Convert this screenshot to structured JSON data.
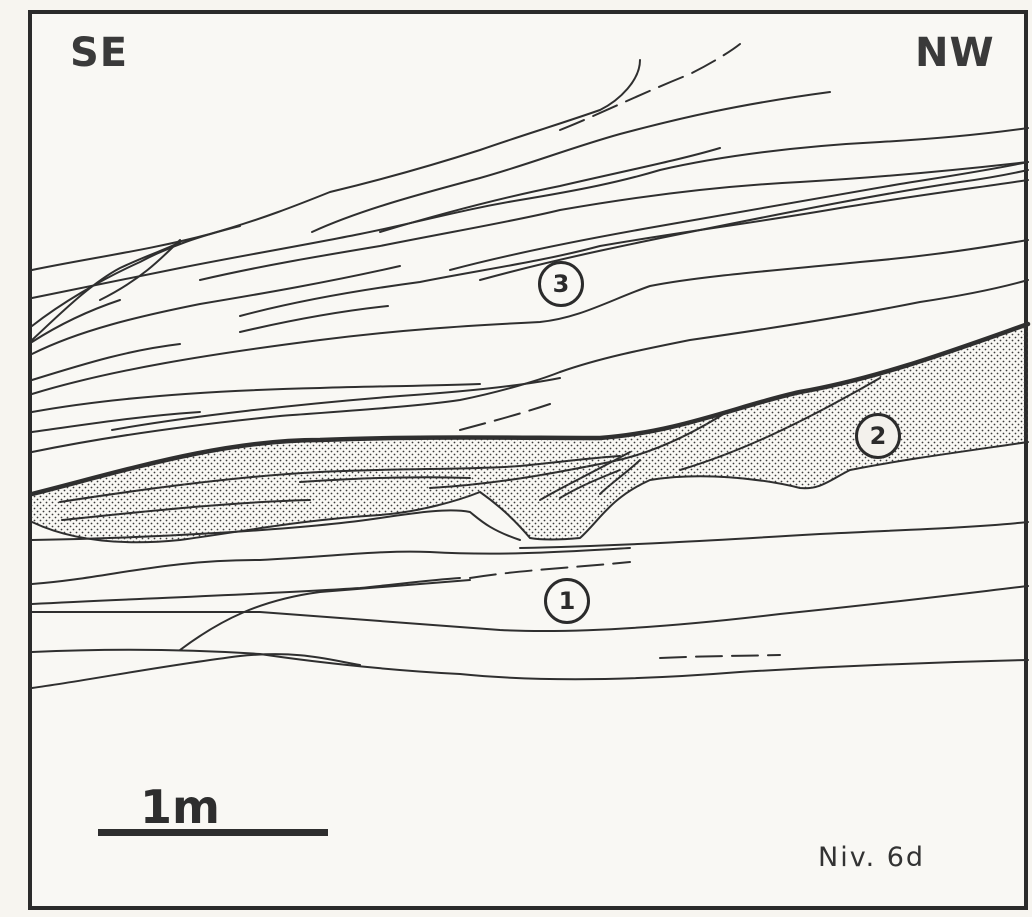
{
  "figure": {
    "orientation_left": "SE",
    "orientation_right": "NW",
    "scale_label": "1m",
    "level_label": "Niv. 6d",
    "units": [
      "1",
      "2",
      "3"
    ]
  },
  "colors": {
    "ink": "#2f2f2f",
    "paper": "#f9f8f4",
    "stipple": "#3b3b3b"
  }
}
